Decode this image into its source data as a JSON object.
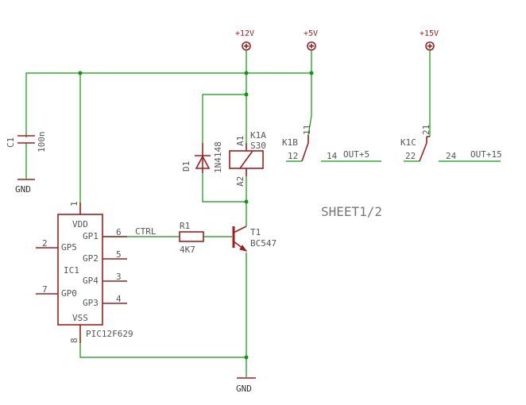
{
  "supplies": {
    "v12": "+12V",
    "v5": "+5V",
    "v15": "+15V",
    "gnd_left": "GND",
    "gnd_bottom": "GND"
  },
  "c1": {
    "name": "C1",
    "value": "100n"
  },
  "d1": {
    "name": "D1",
    "value": "1N4148"
  },
  "k1a": {
    "name": "K1A",
    "value": "S30",
    "pin_a1": "A1",
    "pin_a2": "A2"
  },
  "k1b": {
    "name": "K1B",
    "pin_11": "11",
    "pin_12": "12",
    "pin_14": "14",
    "net": "OUT+5"
  },
  "k1c": {
    "name": "K1C",
    "pin_21": "21",
    "pin_22": "22",
    "pin_24": "24",
    "net": "OUT+15"
  },
  "r1": {
    "name": "R1",
    "value": "4K7"
  },
  "t1": {
    "name": "T1",
    "value": "BC547"
  },
  "net_ctrl": "CTRL",
  "ic1": {
    "name": "IC1",
    "value": "PIC12F629",
    "pins": {
      "vdd": "VDD",
      "vss": "VSS",
      "gp0": "GP0",
      "gp1": "GP1",
      "gp2": "GP2",
      "gp3": "GP3",
      "gp4": "GP4",
      "gp5": "GP5"
    },
    "pin_numbers": {
      "p1": "1",
      "p2": "2",
      "p3": "3",
      "p4": "4",
      "p5": "5",
      "p6": "6",
      "p7": "7",
      "p8": "8"
    }
  },
  "sheet_label": "SHEET1/2",
  "colors": {
    "wire": "#0a9a0a",
    "part": "#a01e1e",
    "text": "#555555"
  }
}
